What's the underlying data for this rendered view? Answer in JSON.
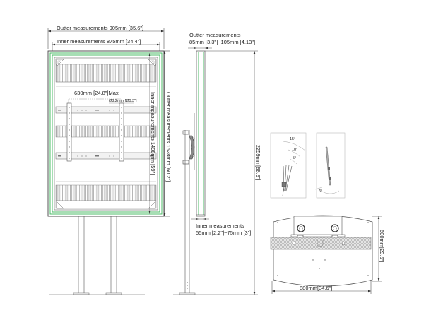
{
  "diagram": {
    "title": "Display stand dimensional drawing",
    "front_view": {
      "outer_width_label": "Outter measurements 905mm [35.6\"]",
      "inner_width_label": "Inner measurements  875mm [34.4\"]",
      "outer_height_label": "Outter measurements  1528mm [60.2\"]",
      "inner_height_label": "Inner measurements  1498mm [59\"]",
      "vesa_label": "630mm [24.8\"]Max",
      "hole_label": "Ø8.2mm [Ø0.3\"]"
    },
    "side_view": {
      "outer_depth_title": "Outter measurements",
      "outer_depth_value": "85mm [3.3\"]~105mm [4.13\"]",
      "inner_depth_title": "Inner measurements",
      "inner_depth_value": "55mm [2.2\"]~75mm [3\"]",
      "total_height_label": "2259mm[88.9\"]"
    },
    "tilt_detail": {
      "angles": [
        "15°",
        "10°",
        "5°"
      ],
      "back_tilt": "6°"
    },
    "base_view": {
      "width_label": "880mm[34.6\"]",
      "depth_label": "600mm[23.6\"]"
    },
    "colors": {
      "line": "#555555",
      "accent_green": "#3cb55a"
    }
  }
}
